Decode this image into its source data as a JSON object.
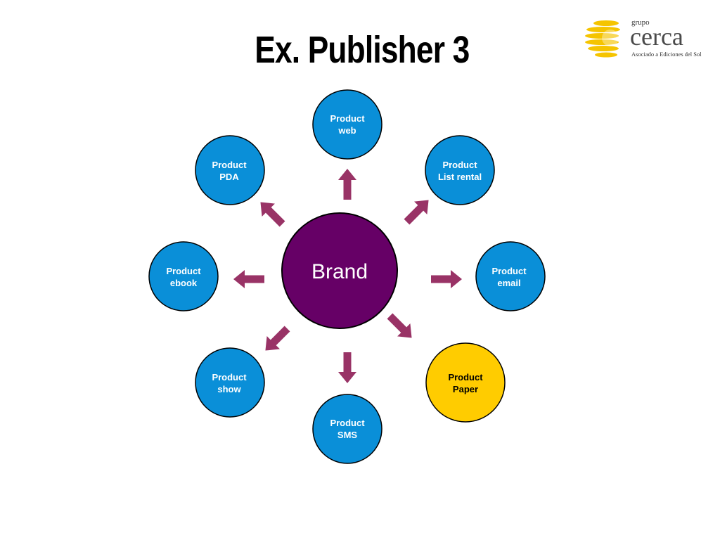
{
  "slide": {
    "title": "Ex. Publisher 3"
  },
  "logo": {
    "small_text": "grupo",
    "name": "cerca",
    "tagline": "Asociado a Ediciones del Sol"
  },
  "diagram": {
    "center": {
      "label": "Brand"
    },
    "nodes": [
      {
        "id": "web",
        "line1": "Product",
        "line2": "web",
        "fill": "#0a8fd8",
        "text_color": "#ffffff"
      },
      {
        "id": "list-rental",
        "line1": "Product",
        "line2": "List rental",
        "fill": "#0a8fd8",
        "text_color": "#ffffff"
      },
      {
        "id": "email",
        "line1": "Product",
        "line2": "email",
        "fill": "#0a8fd8",
        "text_color": "#ffffff"
      },
      {
        "id": "paper",
        "line1": "Product",
        "line2": "Paper",
        "fill": "#ffcc00",
        "text_color": "#000000"
      },
      {
        "id": "sms",
        "line1": "Product",
        "line2": "SMS",
        "fill": "#0a8fd8",
        "text_color": "#ffffff"
      },
      {
        "id": "show",
        "line1": "Product",
        "line2": "show",
        "fill": "#0a8fd8",
        "text_color": "#ffffff"
      },
      {
        "id": "ebook",
        "line1": "Product",
        "line2": "ebook",
        "fill": "#0a8fd8",
        "text_color": "#ffffff"
      },
      {
        "id": "pda",
        "line1": "Product",
        "line2": "PDA",
        "fill": "#0a8fd8",
        "text_color": "#ffffff"
      }
    ]
  },
  "colors": {
    "brand_fill": "#660066",
    "arrow": "#993366",
    "node_blue": "#0a8fd8",
    "node_yellow": "#ffcc00",
    "outline": "#000000",
    "logo_yellow": "#f5c400"
  }
}
